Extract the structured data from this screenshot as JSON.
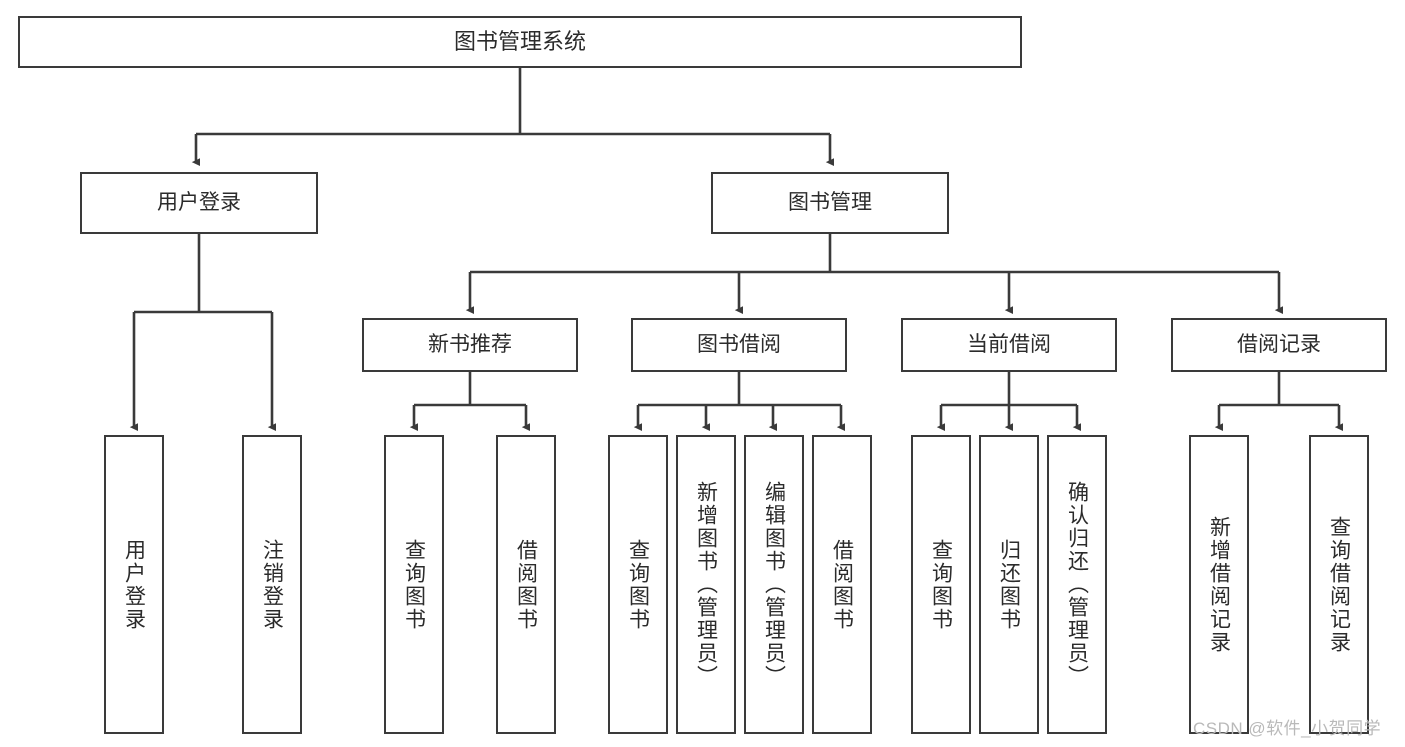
{
  "diagram": {
    "title": "图书管理系统",
    "type": "hierarchy-tree",
    "watermark": "CSDN @软件_小贺同学",
    "colors": {
      "stroke": "#3a3a3a",
      "text": "#2b2b2b",
      "background": "#ffffff",
      "watermark": "#b9b9b9"
    },
    "root": {
      "label": "图书管理系统"
    },
    "level2": [
      {
        "label": "用户登录"
      },
      {
        "label": "图书管理"
      }
    ],
    "level3": [
      {
        "label": "新书推荐"
      },
      {
        "label": "图书借阅"
      },
      {
        "label": "当前借阅"
      },
      {
        "label": "借阅记录"
      }
    ],
    "leaves": {
      "user_login": [
        {
          "label": "用户登录"
        },
        {
          "label": "注销登录"
        }
      ],
      "new_book_recommend": [
        {
          "label": "查询图书"
        },
        {
          "label": "借阅图书"
        }
      ],
      "book_borrow": [
        {
          "label": "查询图书"
        },
        {
          "label": "新增图书（管理员）"
        },
        {
          "label": "编辑图书（管理员）"
        },
        {
          "label": "借阅图书"
        }
      ],
      "current_borrow": [
        {
          "label": "查询图书"
        },
        {
          "label": "归还图书"
        },
        {
          "label": "确认归还（管理员）"
        }
      ],
      "borrow_record": [
        {
          "label": "新增借阅记录"
        },
        {
          "label": "查询借阅记录"
        }
      ]
    }
  }
}
